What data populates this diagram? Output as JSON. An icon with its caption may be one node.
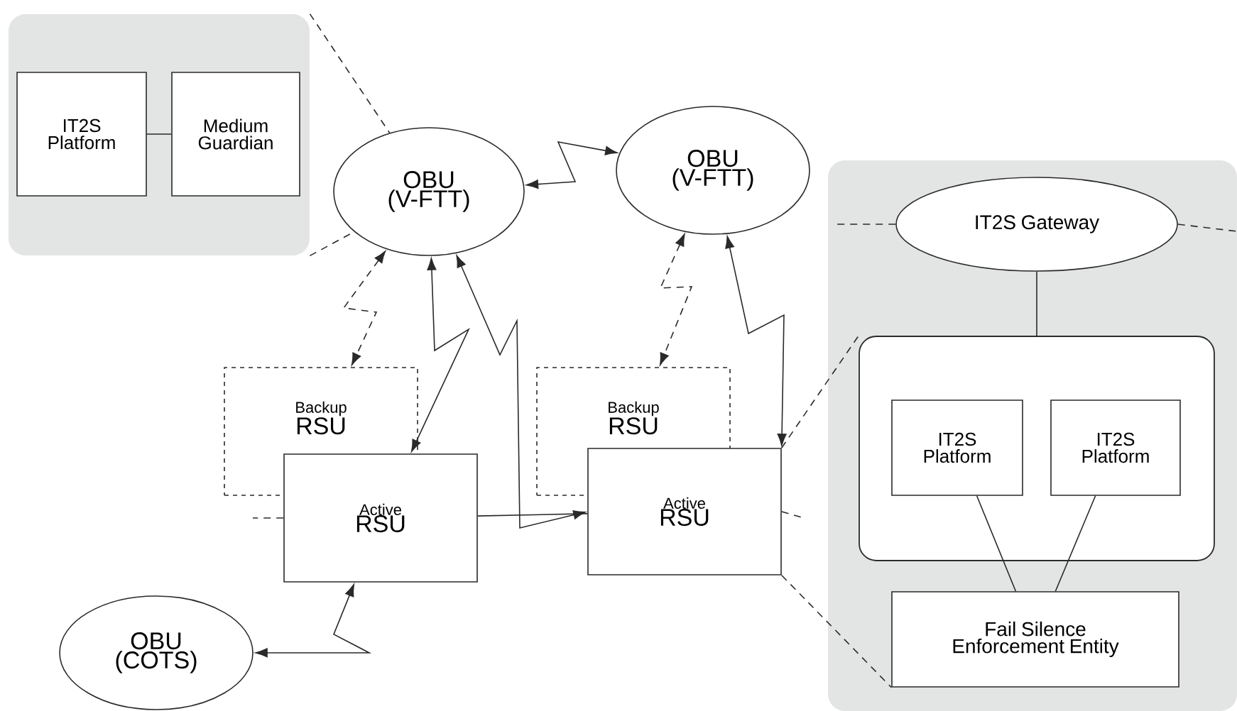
{
  "diagram": {
    "nodes": [
      {
        "text": [],
        "shape": "box"
      },
      {
        "text": [
          "IT2S Platform"
        ],
        "in": 0
      },
      {
        "text": [
          "Medium Guardian"
        ],
        "in": 0
      },
      {
        "text": [
          "OBU (V-FTT)"
        ]
      },
      {
        "text": [
          "OBU (V-FTT)"
        ]
      },
      {
        "text": [
          "Backup",
          "RSU"
        ]
      },
      {
        "text": [
          "Active",
          "RSU"
        ]
      },
      {
        "text": [
          "Backup",
          "RSU"
        ]
      },
      {
        "text": [
          "Active",
          "RSU"
        ]
      },
      {
        "text": [
          "OBU (COTS)"
        ]
      },
      {
        "text": [],
        "shape": "box"
      },
      {
        "text": [
          "IT2S Gateway"
        ],
        "in": 10
      },
      {
        "text": [],
        "shape": "box",
        "in": 10
      },
      {
        "text": [
          "IT2S Platform"
        ],
        "in": 12
      },
      {
        "text": [
          "IT2S Platform"
        ],
        "in": 12
      },
      {
        "text": [
          "Fail Silence Enforcement Entity"
        ],
        "in": 10
      }
    ],
    "edges": [
      {
        "from": 1,
        "to": 2,
        "arrow": "none"
      },
      {
        "from": 3,
        "to": 4,
        "arrow": "both"
      },
      {
        "from": 3,
        "to": 5,
        "arrow": "both",
        "style": "dashed"
      },
      {
        "from": 3,
        "to": 6,
        "arrow": "both"
      },
      {
        "from": 3,
        "to": 8,
        "arrow": "both"
      },
      {
        "from": 4,
        "to": 7,
        "arrow": "both",
        "style": "dashed"
      },
      {
        "from": 4,
        "to": 8,
        "arrow": "both"
      },
      {
        "from": 6,
        "to": 8,
        "arrow": "none"
      },
      {
        "from": 6,
        "to": 9,
        "arrow": "both"
      },
      {
        "from": 11,
        "to": 12,
        "arrow": "none"
      },
      {
        "from": 13,
        "to": 15,
        "arrow": "none"
      },
      {
        "from": 14,
        "to": 15,
        "arrow": "none"
      },
      {
        "from": 0,
        "to": 3,
        "arrow": "none",
        "style": "dashed"
      },
      {
        "from": 0,
        "to": 3,
        "arrow": "none",
        "style": "dashed"
      },
      {
        "from": 6,
        "to": null,
        "arrow": "none",
        "style": "dashed"
      },
      {
        "from": 8,
        "to": null,
        "arrow": "none",
        "style": "dashed"
      },
      {
        "from": 11,
        "to": null,
        "arrow": "none",
        "style": "dashed"
      },
      {
        "from": 11,
        "to": null,
        "arrow": "none",
        "style": "dashed"
      },
      {
        "from": 8,
        "to": 12,
        "arrow": "none",
        "style": "dashed"
      },
      {
        "from": 8,
        "to": 15,
        "arrow": "none",
        "style": "dashed"
      }
    ]
  }
}
